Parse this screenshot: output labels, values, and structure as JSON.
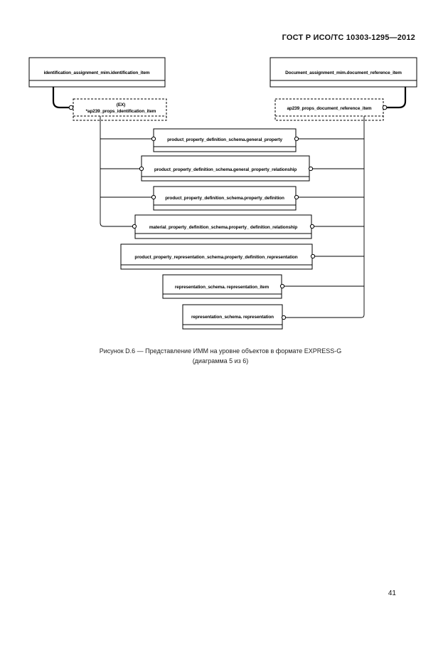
{
  "header": {
    "doc_id": "ГОСТ Р ИСО/ТС 10303-1295—2012"
  },
  "diagram": {
    "top_left_entity": "identification_assignment_mim.identification_item",
    "top_right_entity": "Document_assignment_mim.document_reference_item",
    "left_select_line1": "(EX)",
    "left_select_line2": "*ap239_props_identification_item",
    "right_select": "ap239_props_document_reference_item",
    "entities": [
      "product_property_definition_schema.general_property",
      "product_property_definition_schema.general_property_relationship",
      "product_property_definition_schema.property_definition",
      "material_property_definition_schema.property_ definition_relationship",
      "product_property_representation_schema.property_definition_representation",
      "representation_schema. representation_item",
      "representation_schema. representation"
    ]
  },
  "caption": {
    "line1": "Рисунок D.6 — Представление ИММ на уровне объектов в формате EXPRESS-G",
    "line2": "(диаграмма 5 из 6)"
  },
  "page_number": "41"
}
